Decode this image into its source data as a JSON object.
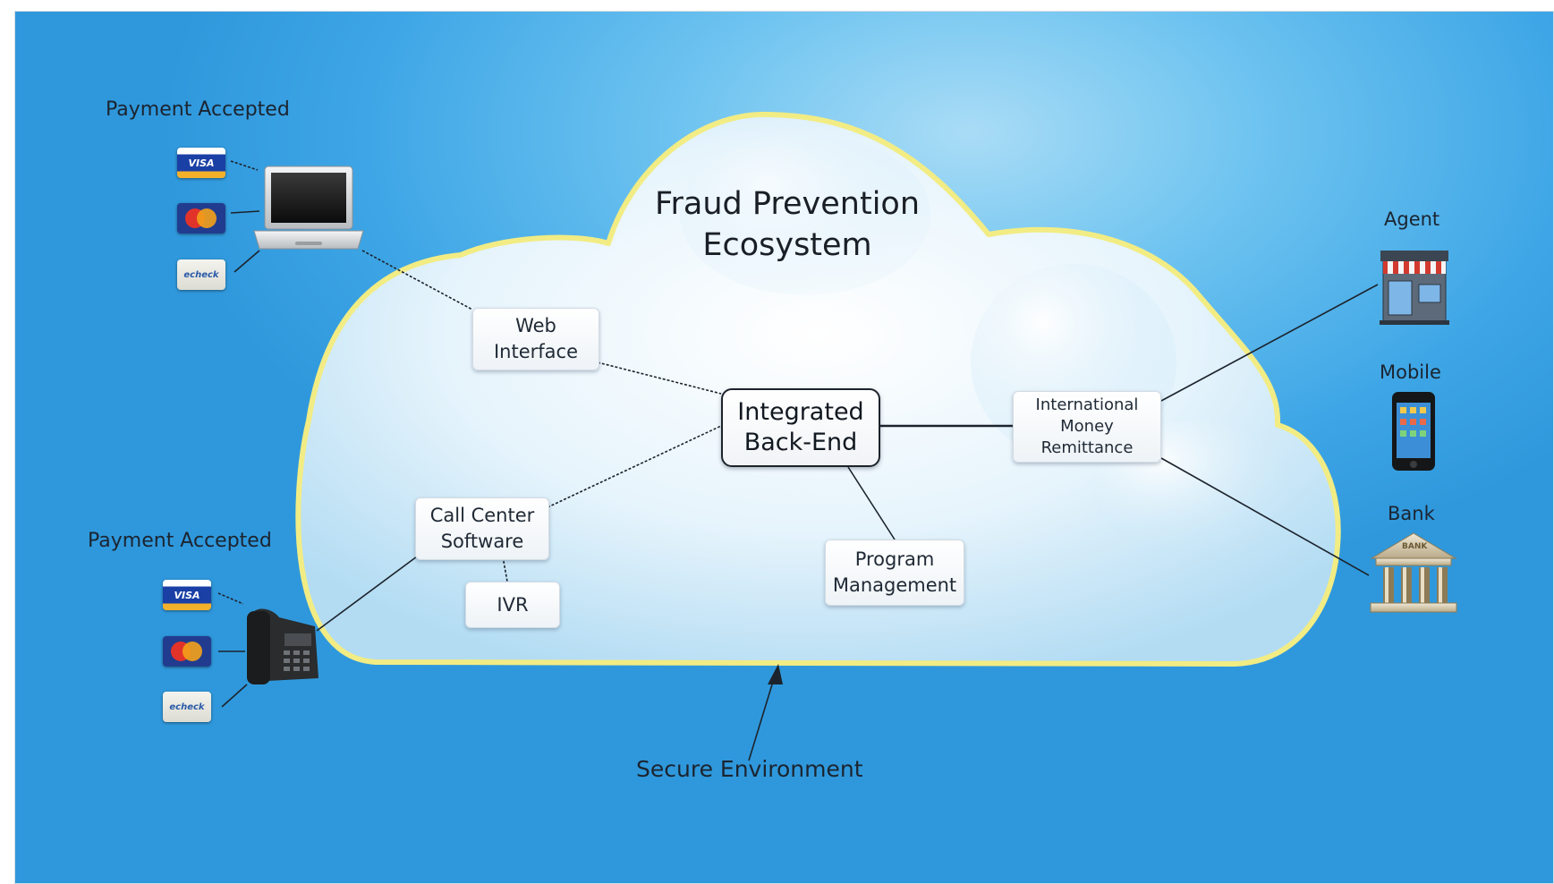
{
  "title": [
    "Fraud Prevention",
    "Ecosystem"
  ],
  "labels": {
    "payment_top": "Payment Accepted",
    "payment_bottom": "Payment Accepted",
    "agent": "Agent",
    "mobile": "Mobile",
    "bank": "Bank",
    "secure": "Secure Environment"
  },
  "nodes": {
    "web": [
      "Web",
      "Interface"
    ],
    "core": [
      "Integrated",
      "Back-End"
    ],
    "imr": [
      "International",
      "Money",
      "Remittance"
    ],
    "callcenter": [
      "Call Center",
      "Software"
    ],
    "ivr": "IVR",
    "program": [
      "Program",
      "Management"
    ]
  },
  "cards": {
    "visa": "VISA",
    "ach": "echeck",
    "bank_sign": "BANK"
  },
  "colors": {
    "background": "#3ea6e6",
    "cloud_outline": "#f2ec84",
    "connector": "#1c232c"
  },
  "icons": [
    "laptop-icon",
    "desk-phone-icon",
    "store-icon",
    "smartphone-icon",
    "bank-building-icon",
    "visa-card-icon",
    "mastercard-icon",
    "echeck-card-icon"
  ]
}
